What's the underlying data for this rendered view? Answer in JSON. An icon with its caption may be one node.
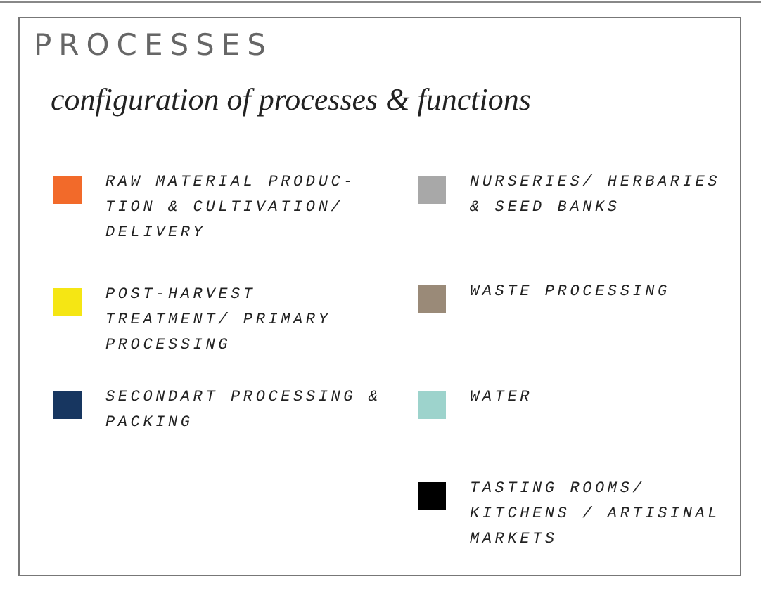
{
  "diagram": {
    "title": "PROCESSES",
    "labels": [
      "configuration of processes & functions"
    ],
    "legend": [
      {
        "text": "RAW MATERIAL PRODUC- TION & CULTIVATION/ DELIVERY",
        "color": "#f26a2a"
      },
      {
        "text": "POST-HARVEST TREATMENT/ PRIMARY PROCESSING",
        "color": "#f5e614"
      },
      {
        "text": "SECONDART PROCESSING & PACKING",
        "color": "#173660"
      },
      {
        "text": "NURSERIES/ HERBARIES & SEED BANKS",
        "color": "#a8a8a8"
      },
      {
        "text": "WASTE PROCESSING",
        "color": "#9a8a78"
      },
      {
        "text": "WATER",
        "color": "#9dd3cc"
      },
      {
        "text": "TASTING ROOMS/ KITCHENS / ARTISINAL MARKETS",
        "color": "#000000"
      }
    ]
  }
}
